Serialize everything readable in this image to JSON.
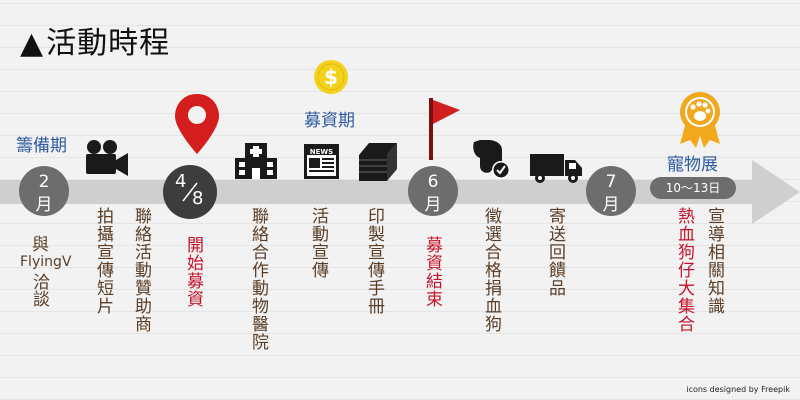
{
  "title": {
    "triangle": "▲",
    "text": "活動時程"
  },
  "months": [
    {
      "num": "2",
      "unit": "月"
    },
    {
      "num": "6",
      "unit": "月"
    },
    {
      "num": "7",
      "unit": "月"
    }
  ],
  "date_marker": {
    "numerator": "4",
    "denominator": "8"
  },
  "date_range": "10～13日",
  "top_labels": {
    "chou_bei": "籌備期",
    "mu_zi": "募資期",
    "chong_wu": "寵物展"
  },
  "items": {
    "meet_line1": "與",
    "meet_line2": "FlyingV",
    "meet_line3": "洽談",
    "film": "拍攝宣傳短片",
    "sponsor": "聯絡活動贊助商",
    "start_fund": "開始募資",
    "hospital": "聯絡合作動物醫院",
    "promo": "活動宣傳",
    "brochure": "印製宣傳手冊",
    "end_fund": "募資結束",
    "adopt": "徵選合格捐血狗",
    "ship": "寄送回饋品",
    "knowledge": "宣導相關知識",
    "gathering": "熱血狗仔大集合"
  },
  "icon_texts": {
    "news": "NEWS",
    "dollar": "$"
  },
  "credit": "icons designed by Freepik",
  "colors": {
    "brown": "#5a3e26",
    "red": "#c5122a",
    "blue": "#2d5aa0",
    "gray": "#6d6d6d",
    "orange": "#f2a81d"
  }
}
